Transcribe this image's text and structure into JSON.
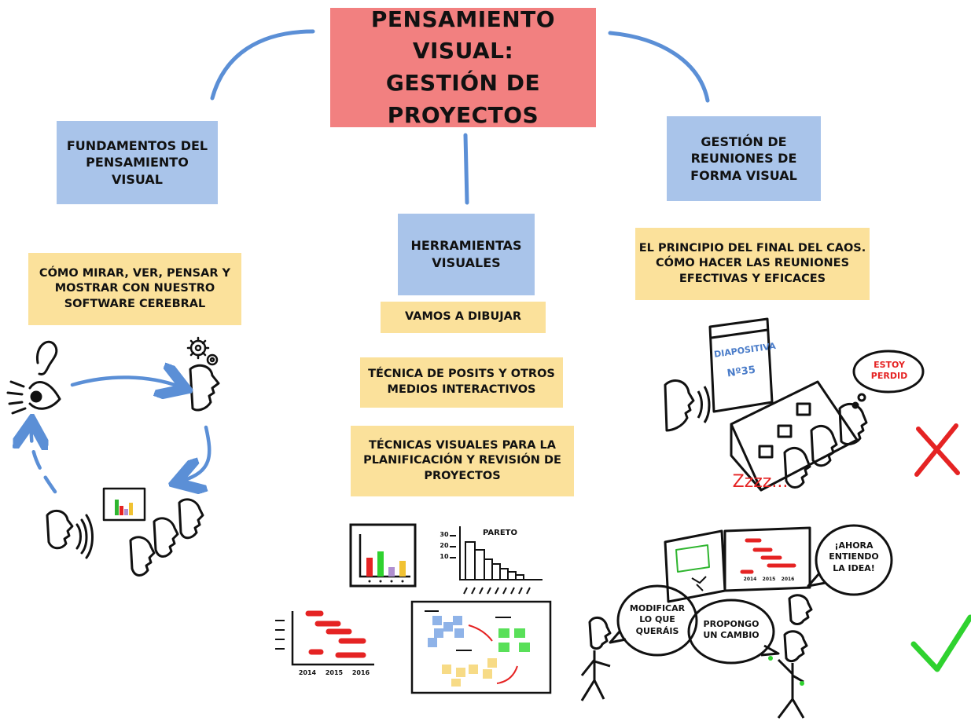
{
  "title": "PENSAMIENTO VISUAL:\nGESTIÓN DE\nPROYECTOS",
  "branches": {
    "left": {
      "heading": "FUNDAMENTOS DEL\nPENSAMIENTO\nVISUAL",
      "topic": "CÓMO MIRAR, VER, PENSAR Y\nMOSTRAR CON NUESTRO\nSOFTWARE CEREBRAL"
    },
    "center": {
      "heading": "HERRAMIENTAS\nVISUALES",
      "topics": [
        "VAMOS A DIBUJAR",
        "TÉCNICA DE POSITS Y OTROS\nMEDIOS INTERACTIVOS",
        "TÉCNICAS VISUALES PARA LA\nPLANIFICACIÓN Y REVISIÓN DE\nPROYECTOS"
      ]
    },
    "right": {
      "heading": "GESTIÓN DE\nREUNIONES DE\nFORMA VISUAL",
      "topic": "EL PRINCIPIO DEL FINAL DEL CAOS.\nCÓMO HACER LAS REUNIONES\nEFECTIVAS Y EFICACES"
    }
  },
  "sketch_text": {
    "slide_title": "DIAPOSITIVA",
    "slide_number": "Nº35",
    "lost_bubble": "ESTOY\nPERDID",
    "snore": "Zzzz...",
    "pareto_title": "PARETO",
    "pareto_ticks": [
      "30",
      "20",
      "10"
    ],
    "gantt_years": [
      "2014",
      "2015",
      "2016"
    ],
    "gantt_years_small": [
      "2014",
      "2015",
      "2016"
    ],
    "understand_bubble": "¡AHORA\nENTIENDO\nLA IDEA!",
    "modify_bubble": "MODIFICAR\nLO QUE\nQUERÁIS",
    "propose_bubble": "PROPONGO\nUN CAMBIO"
  },
  "colors": {
    "title_bg": "#f28080",
    "heading_bg": "#a9c4ea",
    "topic_bg": "#fbe19b",
    "connector": "#5b8fd6",
    "wrong_mark": "#e52323",
    "right_mark": "#2fd22f"
  },
  "icons": [
    "ear-icon",
    "eye-icon",
    "gears-icon",
    "cross-mark-icon",
    "check-mark-icon"
  ]
}
